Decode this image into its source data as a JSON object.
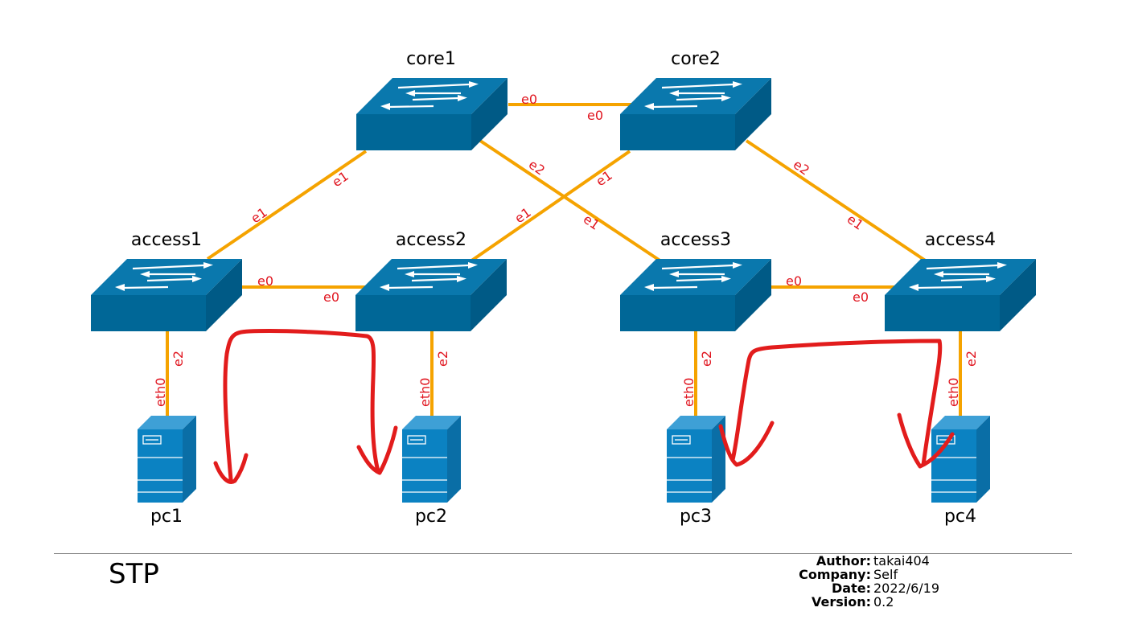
{
  "nodes": {
    "core1": "core1",
    "core2": "core2",
    "access1": "access1",
    "access2": "access2",
    "access3": "access3",
    "access4": "access4",
    "pc1": "pc1",
    "pc2": "pc2",
    "pc3": "pc3",
    "pc4": "pc4"
  },
  "ports": {
    "core1_core2_a": "e0",
    "core1_core2_b": "e0",
    "core1_access1_a": "e1",
    "access1_core1_b": "e1",
    "core1_access3_a": "e2",
    "access3_core1_b": "e1",
    "core2_access2_a": "e1",
    "access2_core2_b": "e1",
    "core2_access4_a": "e2",
    "access4_core2_b": "e1",
    "access1_access2_a": "e0",
    "access1_access2_b": "e0",
    "access3_access4_a": "e0",
    "access3_access4_b": "e0",
    "access1_pc1_sw": "e2",
    "access1_pc1_pc": "eth0",
    "access2_pc2_sw": "e2",
    "access2_pc2_pc": "eth0",
    "access3_pc3_sw": "e2",
    "access3_pc3_pc": "eth0",
    "access4_pc4_sw": "e2",
    "access4_pc4_pc": "eth0"
  },
  "icons": {
    "switch": "layer2-switch-icon",
    "pc": "server-tower-icon"
  },
  "colors": {
    "link": "#f5a300",
    "port_label": "#e0141e",
    "switch": "#006797",
    "pc": "#0b82c2",
    "annotation": "#e21c1c"
  },
  "footer": {
    "title": "STP",
    "author_label": "Author:",
    "author": "takai404",
    "company_label": "Company:",
    "company": "Self",
    "date_label": "Date:",
    "date": "2022/6/19",
    "version_label": "Version:",
    "version": "0.2"
  }
}
